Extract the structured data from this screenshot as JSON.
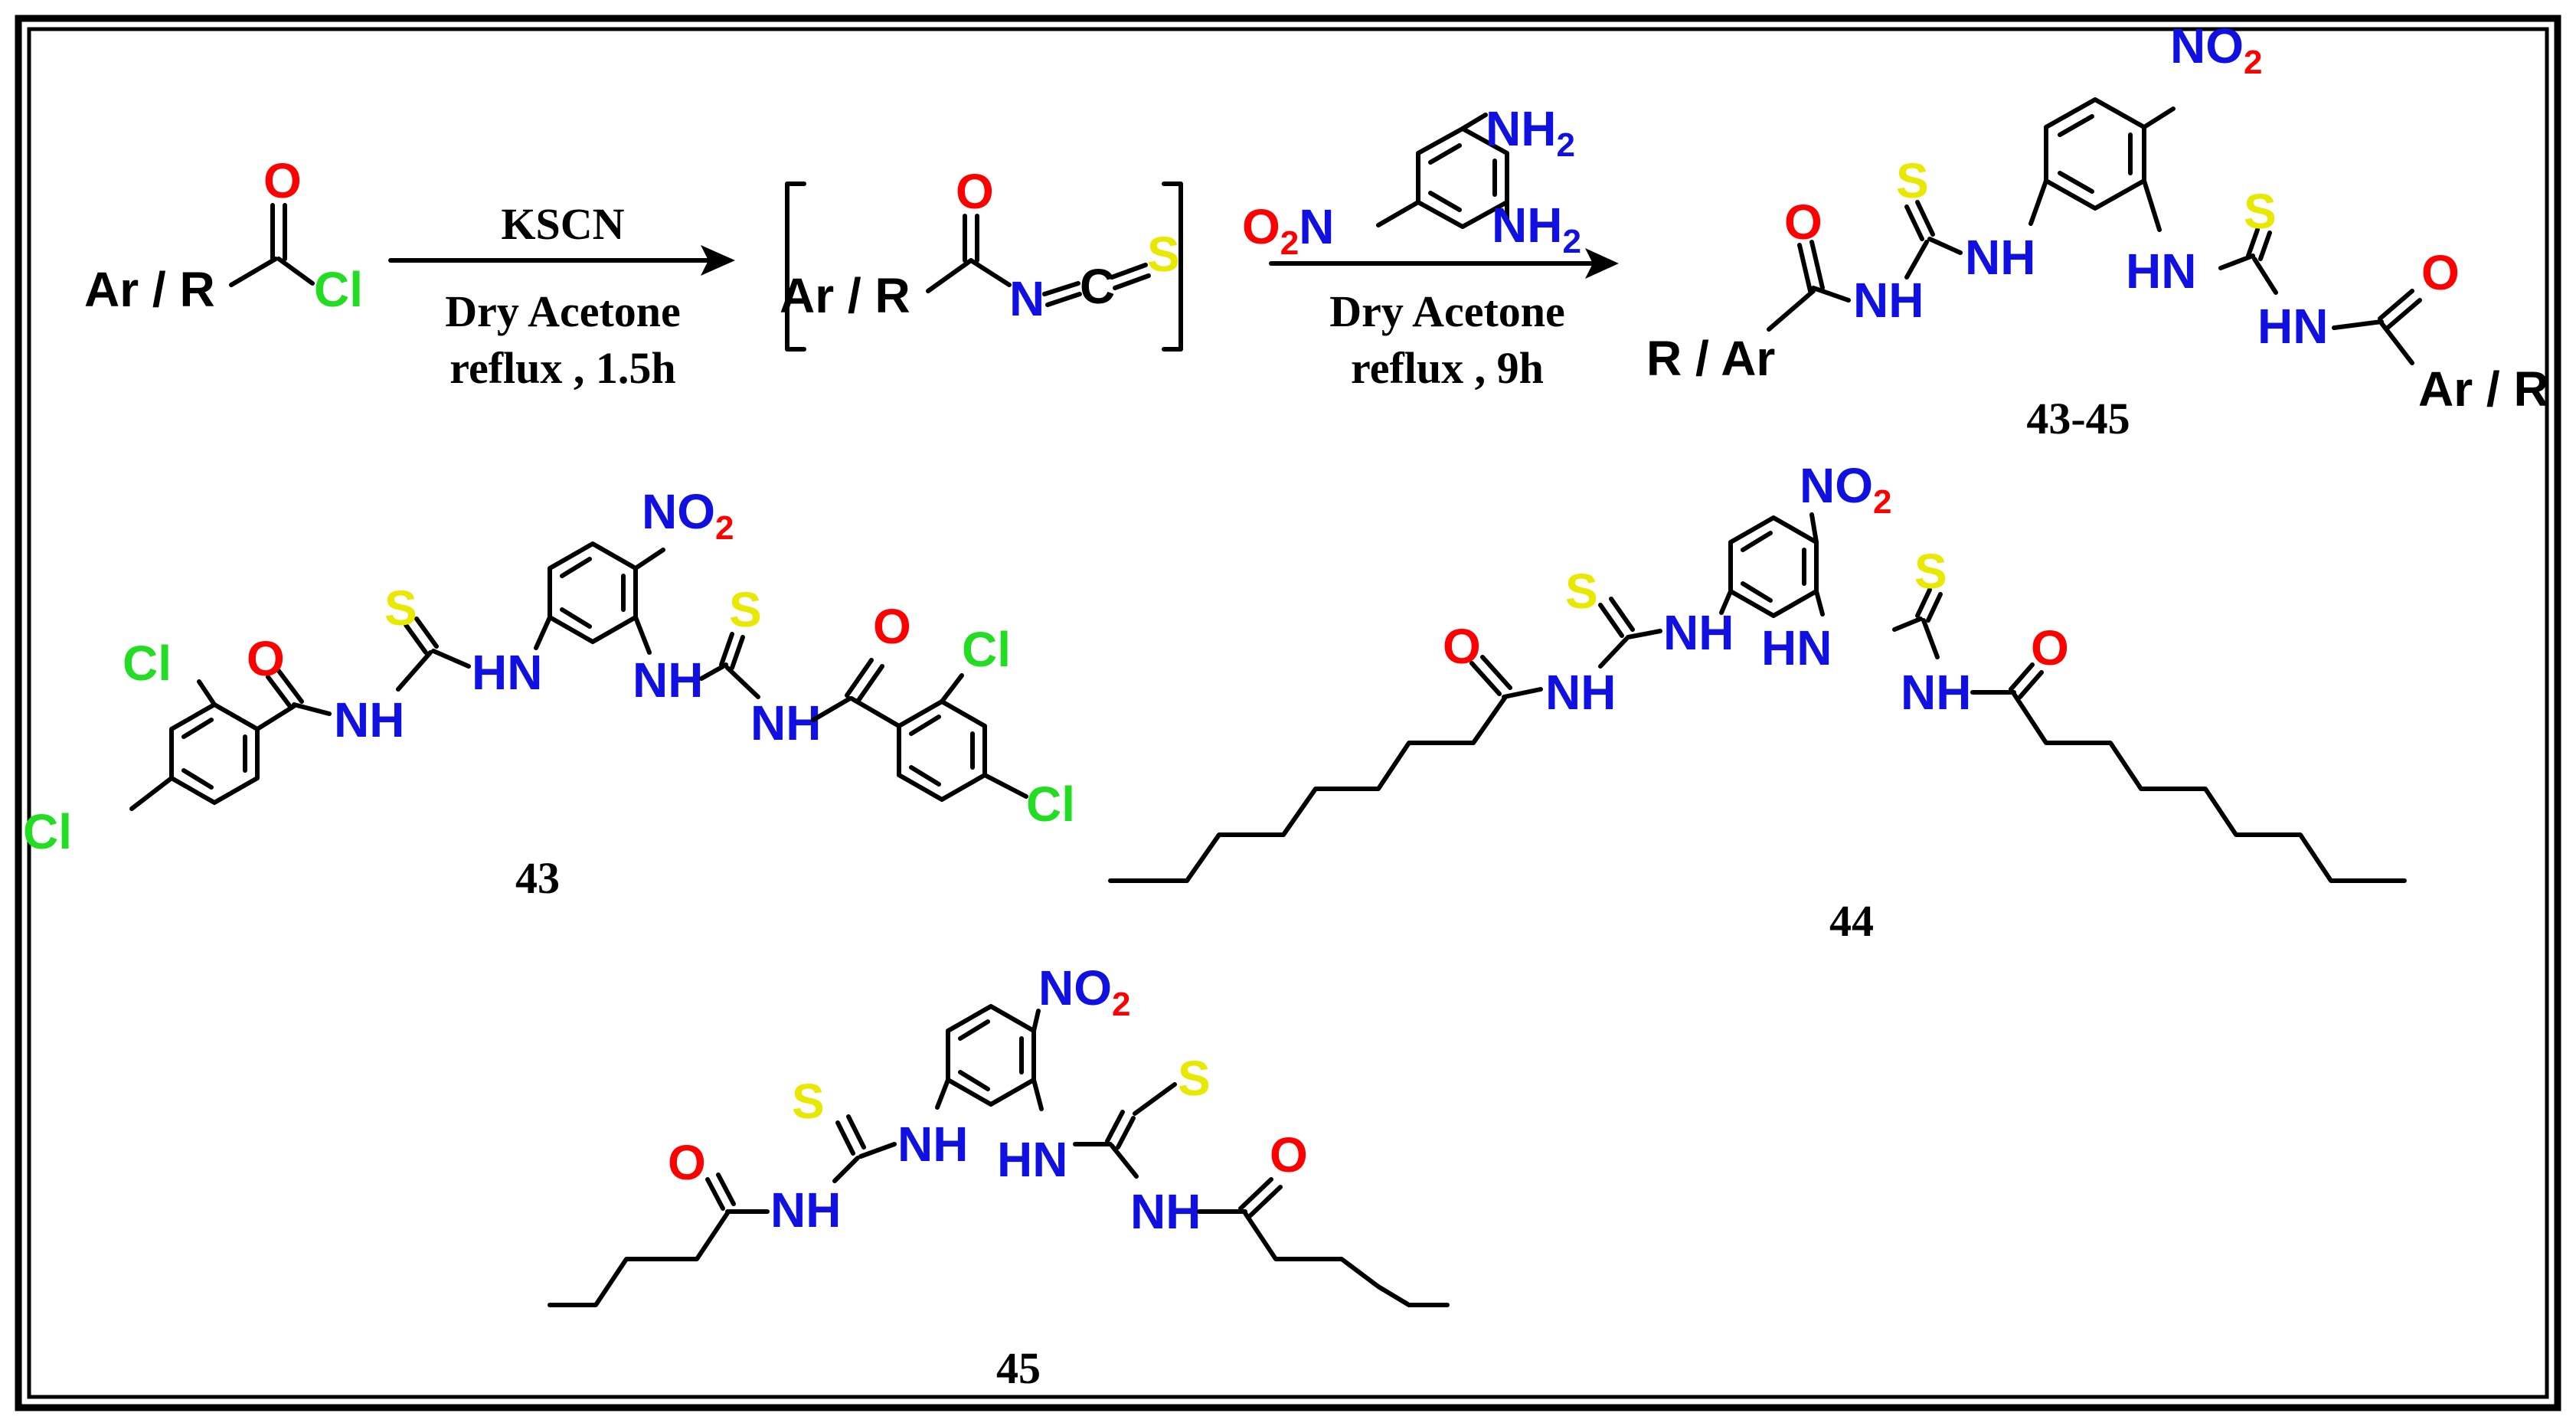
{
  "colors": {
    "oxygen": "#ff0000",
    "nitrogen": "#1010e0",
    "sulfur": "#e8e800",
    "chlorine": "#22dd22",
    "carbon_bond": "#000000",
    "background": "#ffffff"
  },
  "step1": {
    "reagent": "KSCN",
    "solvent": "Dry Acetone",
    "conditions": "reflux , 1.5h"
  },
  "step2": {
    "solvent": "Dry Acetone",
    "conditions": "reflux , 9h"
  },
  "atoms": {
    "ar_r": "Ar / R",
    "r_ar": "R / Ar",
    "oxygen": "O",
    "chlorine": "Cl",
    "nitrogen": "N",
    "carbon": "C",
    "sulfur": "S",
    "nh": "NH",
    "hn": "HN",
    "nitro": "NO",
    "nitro_left": "O",
    "nitro_left_n": "N",
    "amine": "NH",
    "subscript_2": "2"
  },
  "compounds": {
    "general": "43-45",
    "c43": "43",
    "c44": "44",
    "c45": "45"
  }
}
